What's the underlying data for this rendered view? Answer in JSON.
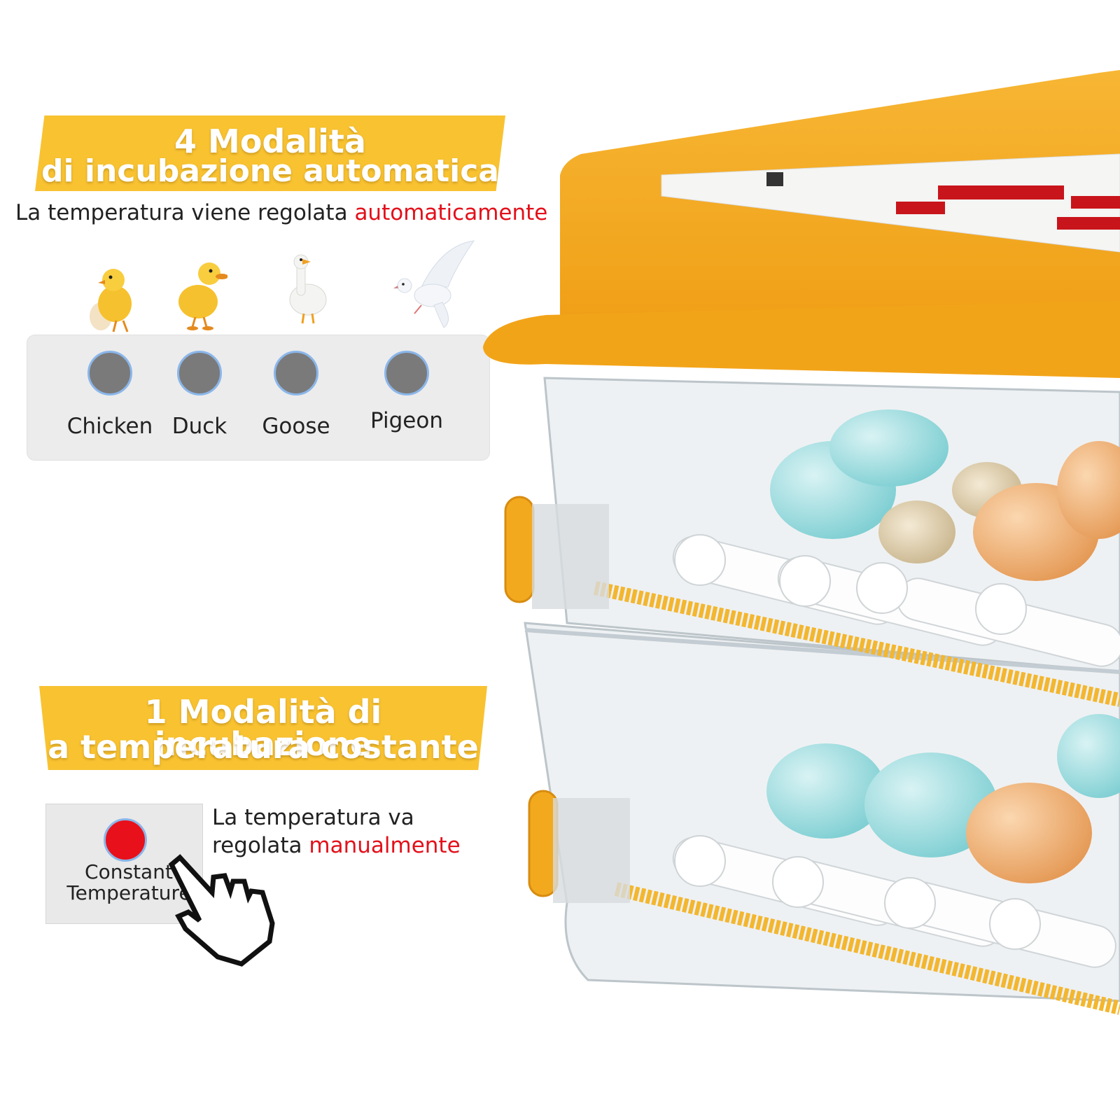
{
  "banner_top": {
    "line1": "4 Modalità",
    "line2": "di incubazione automatica"
  },
  "auto_caption": {
    "text": "La temperatura viene regolata ",
    "highlight": "automaticamente"
  },
  "modes": [
    {
      "label": "Chicken",
      "icon": "chick-icon"
    },
    {
      "label": "Duck",
      "icon": "duckling-icon"
    },
    {
      "label": "Goose",
      "icon": "goose-icon"
    },
    {
      "label": "Pigeon",
      "icon": "pigeon-icon"
    }
  ],
  "banner_bottom": {
    "line1": "1 Modalità di incubazione",
    "line2": "a temperatura costante"
  },
  "constant_mode": {
    "label_line1": "Constant",
    "label_line2": "Temperature"
  },
  "manual_caption": {
    "line1": "La temperatura va",
    "line2_prefix": "regolata ",
    "highlight": "manualmente"
  },
  "colors": {
    "banner_yellow": "#f8c231",
    "highlight_red": "#e3101a",
    "incubator_orange": "#f3a91e",
    "mode_dot_gray": "#7a7a7a",
    "dot_ring_blue": "#8ab6ea",
    "constant_dot_red": "#e8101a"
  }
}
